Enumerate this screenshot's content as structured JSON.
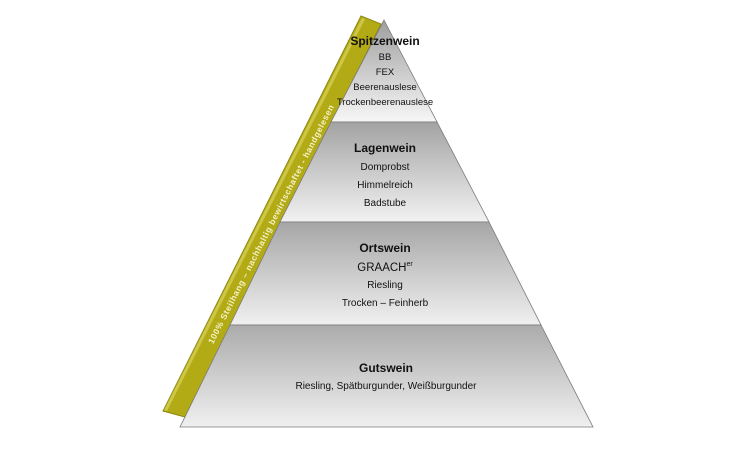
{
  "band": {
    "text": "100% Steilhang – nachhaltig bewirtschaftet - handgelesen",
    "color": "#b5ad16"
  },
  "tiers": [
    {
      "title": "Spitzenwein",
      "lines": [
        "BB",
        "FEX",
        "Beerenauslese",
        "Trockenbeerenauslese"
      ]
    },
    {
      "title": "Lagenwein",
      "lines": [
        "Domprobst",
        "Himmelreich",
        "Badstube"
      ]
    },
    {
      "title": "Ortswein",
      "graach": "GRAACH",
      "graach_sup": "er",
      "lines": [
        "Riesling",
        "Trocken – Feinherb"
      ]
    },
    {
      "title": "Gutswein",
      "lines": [
        "Riesling, Spätburgunder, Weißburgunder"
      ]
    }
  ]
}
